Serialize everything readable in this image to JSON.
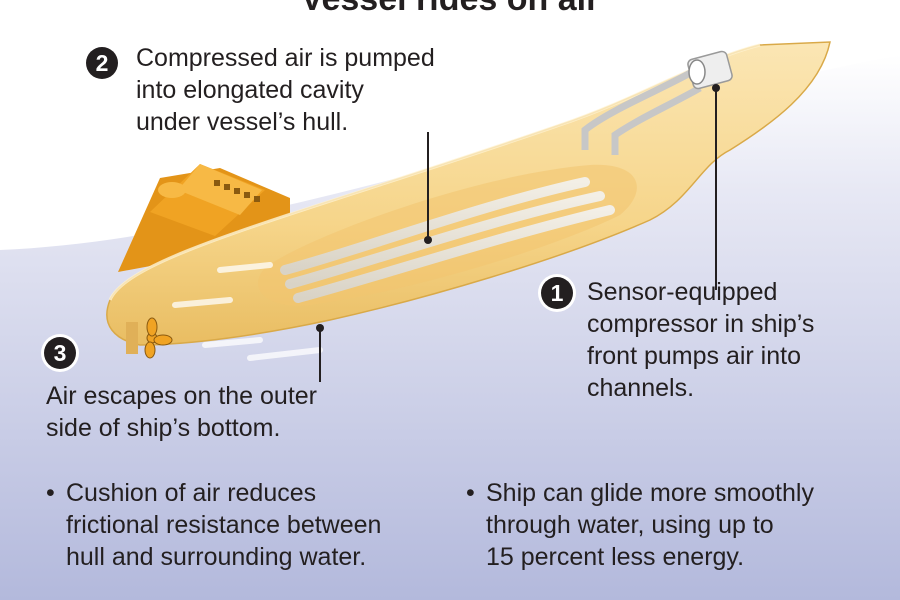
{
  "title": "Vessel rides on air",
  "steps": [
    {
      "number": "1",
      "lines": [
        "Sensor-equipped",
        "compressor in ship’s",
        "front pumps air into",
        "channels."
      ]
    },
    {
      "number": "2",
      "lines": [
        "Compressed air is pumped",
        "into elongated cavity",
        "under vessel’s hull."
      ]
    },
    {
      "number": "3",
      "lines": [
        "Air escapes on the outer",
        "side of ship’s bottom."
      ]
    }
  ],
  "bullets": [
    {
      "symbol": "•",
      "lines": [
        "Cushion of air reduces",
        "frictional resistance between",
        "hull and surrounding water."
      ]
    },
    {
      "symbol": "•",
      "lines": [
        "Ship can glide more smoothly",
        "through water, using up to",
        "15 percent less energy."
      ]
    }
  ],
  "colors": {
    "hull": "#f6d58a",
    "hull_light": "#fbe6b4",
    "superstructure": "#f0a323",
    "sea_top": "#ffffff",
    "sea_bottom": "#b3b9dc",
    "air_channel": "#ece8de",
    "text": "#231f20"
  },
  "icons": [
    "compressor-icon",
    "propeller-icon"
  ]
}
